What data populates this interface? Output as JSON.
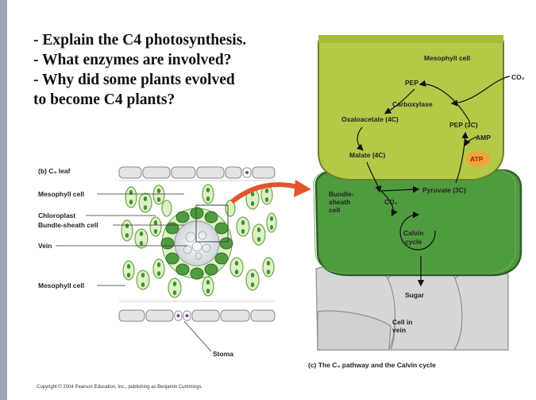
{
  "questions": [
    "- Explain the C4 photosynthesis.",
    "- What enzymes are involved?",
    "- Why did some plants evolved",
    "to become C4 plants?"
  ],
  "leaf": {
    "title": "(b) C₄ leaf",
    "labels": {
      "mesophyll_top": "Mesophyll cell",
      "chloroplast": "Chloroplast",
      "bundle_sheath": "Bundle-sheath cell",
      "vein": "Vein",
      "mesophyll_bottom": "Mesophyll cell",
      "stoma": "Stoma"
    }
  },
  "pathway": {
    "mesophyll_cell": "Mesophyll cell",
    "co2_in": "CO₂",
    "pep": "PEP",
    "carboxylase": "Carboxylase",
    "oxaloacetate": "Oxaloacetate (4C)",
    "pep3c": "PEP (3C)",
    "amp": "AMP",
    "atp": "ATP",
    "malate": "Malate (4C)",
    "bundle_sheath_lines": [
      "Bundle-",
      "sheath",
      "cell"
    ],
    "co2_released": "CO₂",
    "pyruvate": "Pyruvate (3C)",
    "calvin_lines": [
      "Calvin",
      "cycle"
    ],
    "sugar": "Sugar",
    "vein_cell_lines": [
      "Cell in",
      "vein"
    ]
  },
  "caption": "(c) The C₄ pathway and the Calvin cycle",
  "copyright": "Copyright © 2004 Pearson Education, Inc., publishing as Benjamin Cummings.",
  "colors": {
    "mesophyll_fill": "#b3c947",
    "bundle_sheath_fill": "#4f9b3f",
    "atp_fill": "#f0a33c",
    "arrow_orange": "#e2552b",
    "vein_fill": "#d6d6d6"
  }
}
